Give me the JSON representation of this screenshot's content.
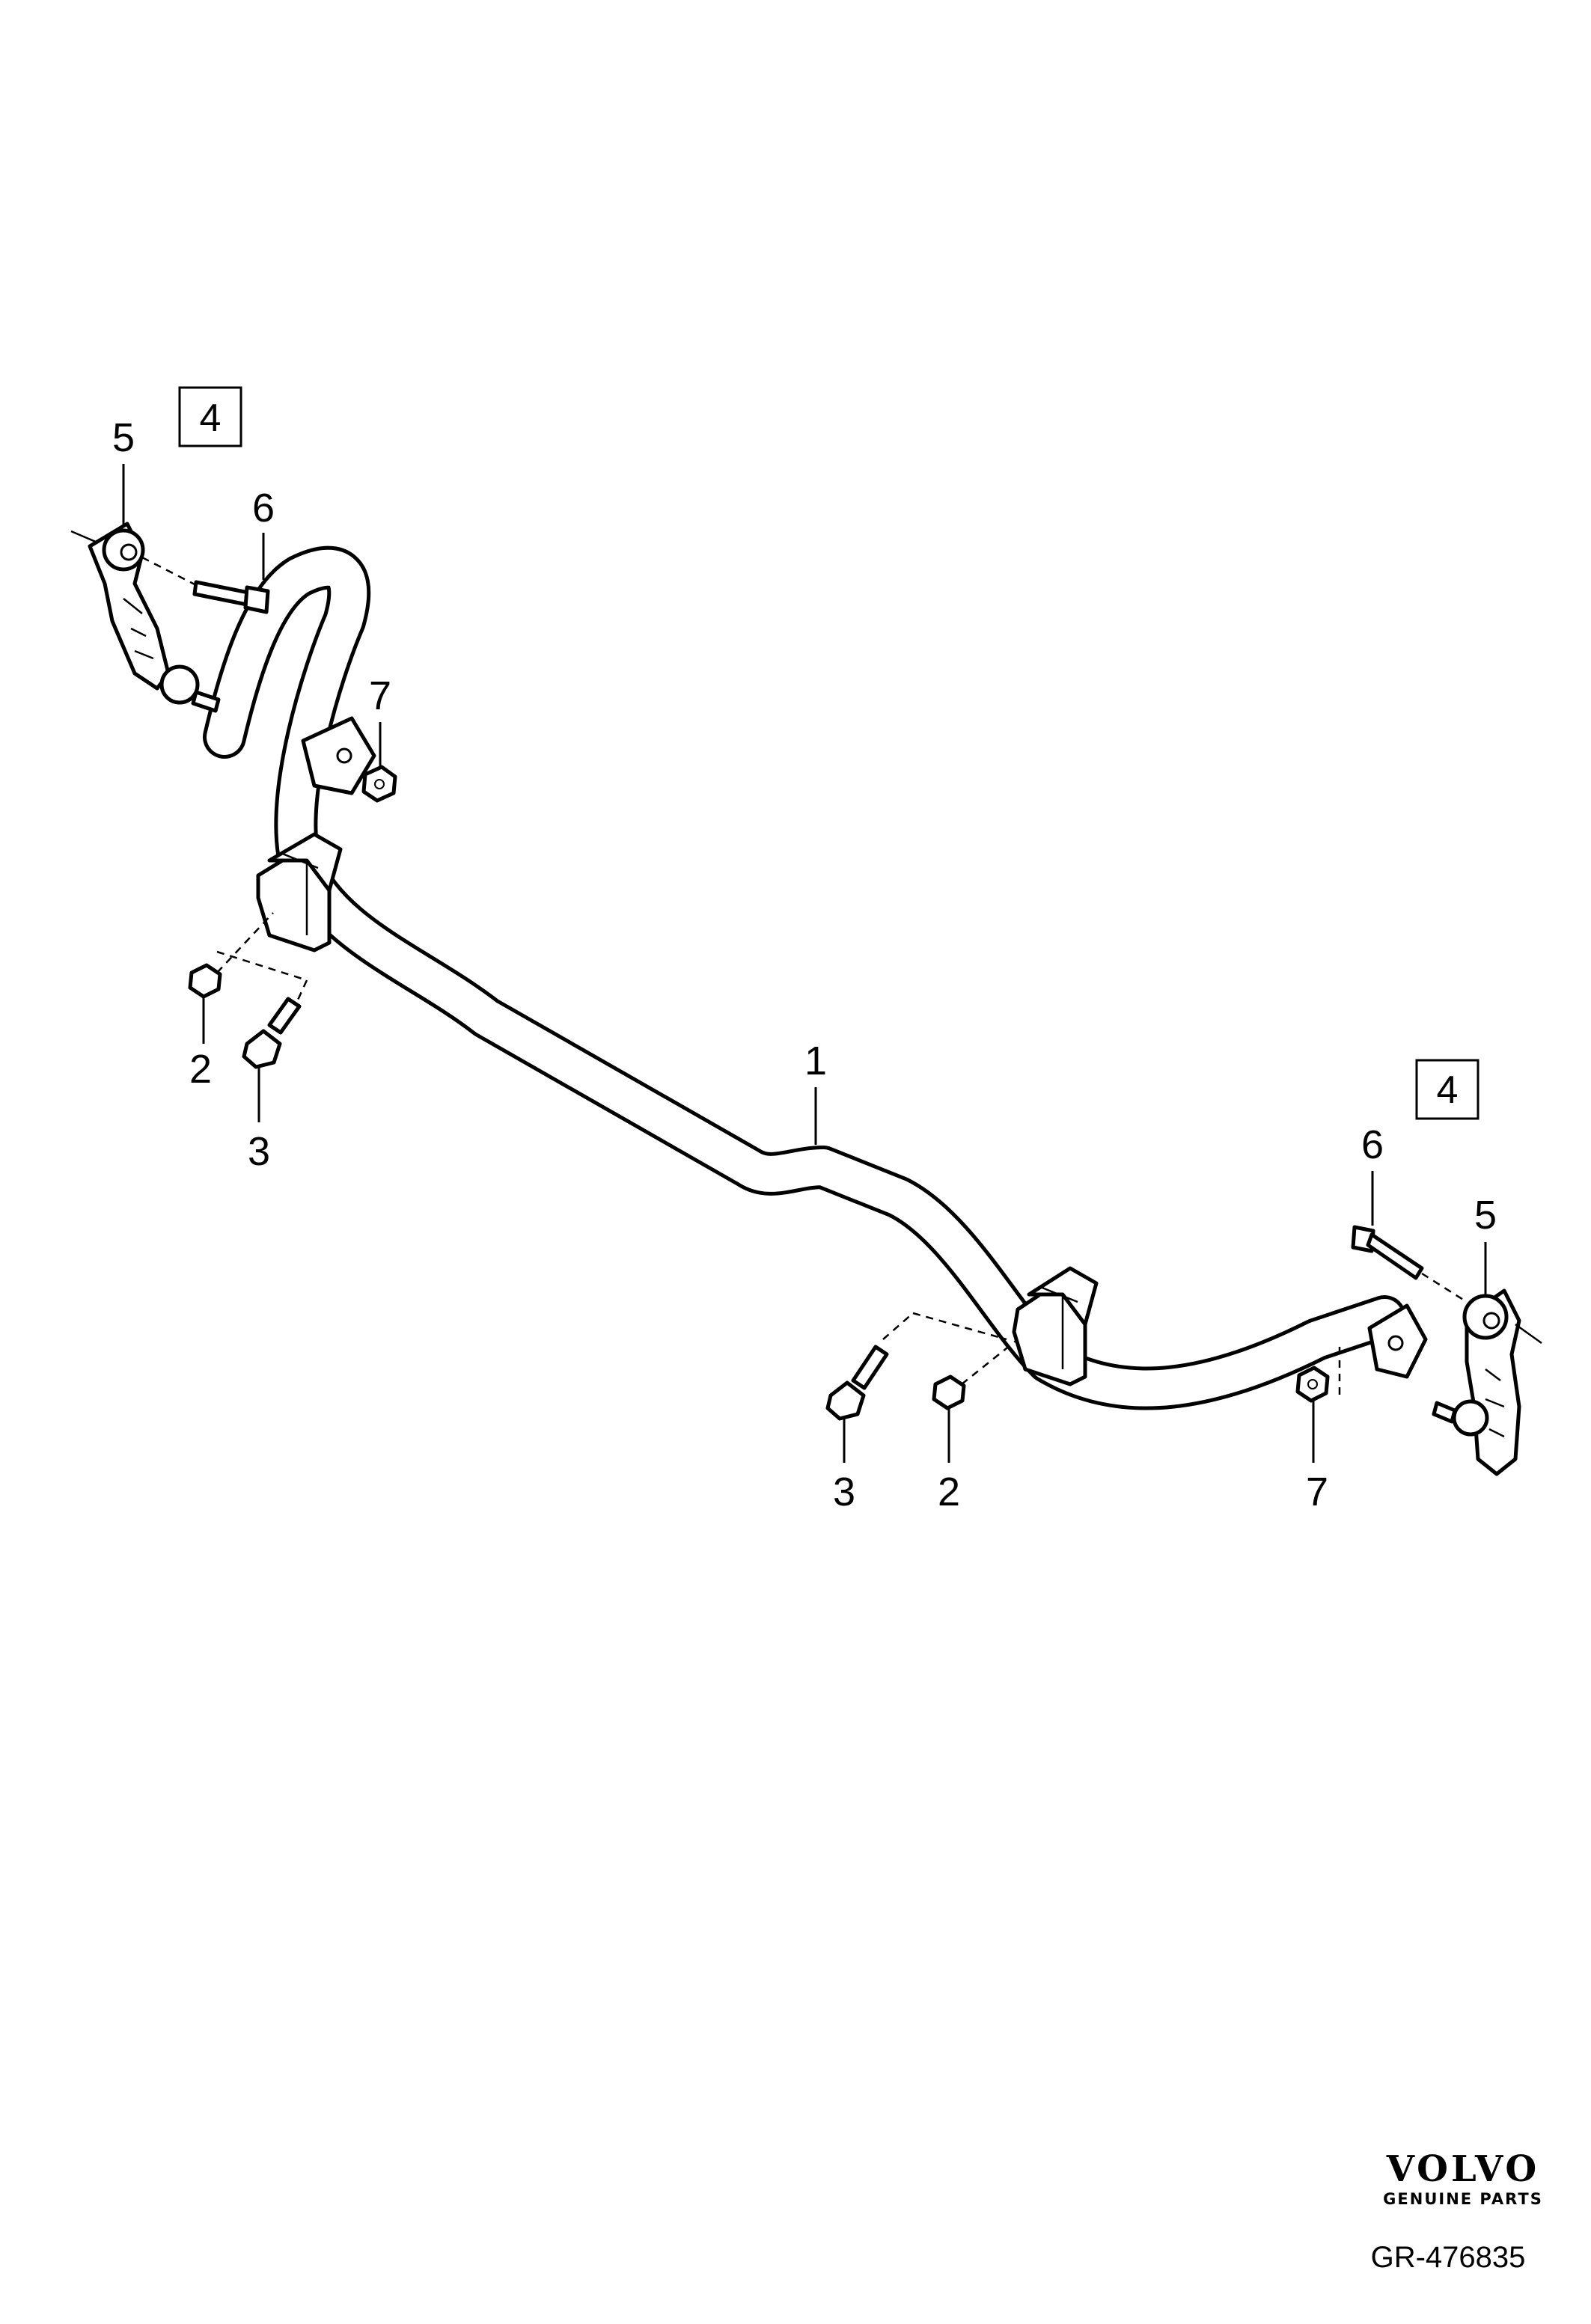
{
  "diagram": {
    "callouts": {
      "c1": "1",
      "c2_left": "2",
      "c2_right": "2",
      "c3_left": "3",
      "c3_right": "3",
      "c4_left": "4",
      "c4_right": "4",
      "c5_left": "5",
      "c5_right": "5",
      "c6_left": "6",
      "c6_right": "6",
      "c7_left": "7",
      "c7_right": "7"
    },
    "brand": {
      "logo_text": "VOLVO",
      "tagline": "GENUINE PARTS"
    },
    "reference_code": "GR-476835"
  }
}
